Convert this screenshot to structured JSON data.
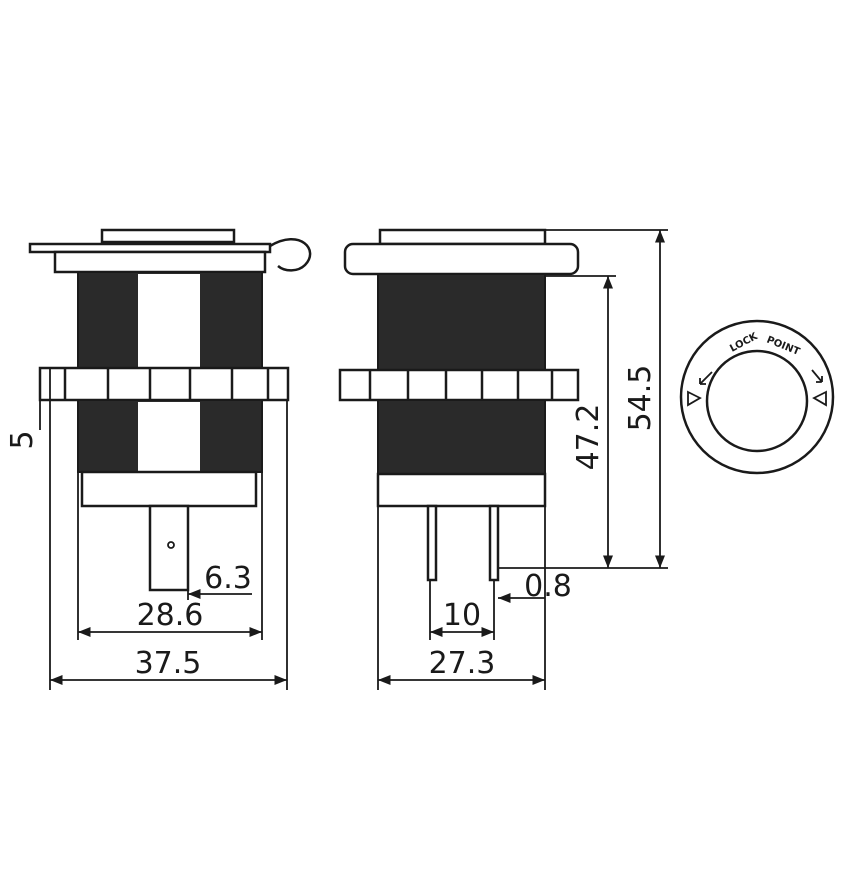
{
  "dimensions": {
    "left_height_offset": "5",
    "terminal_width": "6.3",
    "thread_width": "28.6",
    "overall_width_front": "37.5",
    "terminal_spacing": "10",
    "terminal_thickness": "0.8",
    "overall_width_side": "27.3",
    "body_height": "47.2",
    "overall_height": "54.5"
  },
  "cap_face": {
    "label_left": "LOCK",
    "label_right": "POINT"
  }
}
